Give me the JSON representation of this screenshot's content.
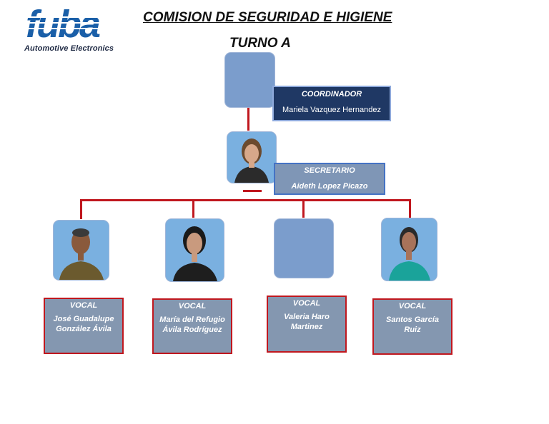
{
  "logo": {
    "word": "fuba",
    "tagline": "Automotive Electronics",
    "color": "#1a5fa8"
  },
  "header": {
    "title": "COMISION DE SEGURIDAD E HIGIENE",
    "subtitle": "TURNO A"
  },
  "colors": {
    "connector": "#c0171e",
    "photo_placeholder": "#7b9dcc",
    "coord_box": "#1f3864",
    "label_box": "#8497b0"
  },
  "coordinator": {
    "role": "COORDINADOR",
    "name": "Mariela Vazquez Hernandez"
  },
  "secretary": {
    "role": "SECRETARIO",
    "name": "Aideth Lopez Picazo"
  },
  "vocals": [
    {
      "role": "VOCAL",
      "name": "José Guadalupe González Ávila"
    },
    {
      "role": "VOCAL",
      "name": "María del Refugio Ávila Rodríguez"
    },
    {
      "role": "VOCAL",
      "name": "Valeria Haro Martinez"
    },
    {
      "role": "VOCAL",
      "name": "Santos García Ruiz"
    }
  ]
}
